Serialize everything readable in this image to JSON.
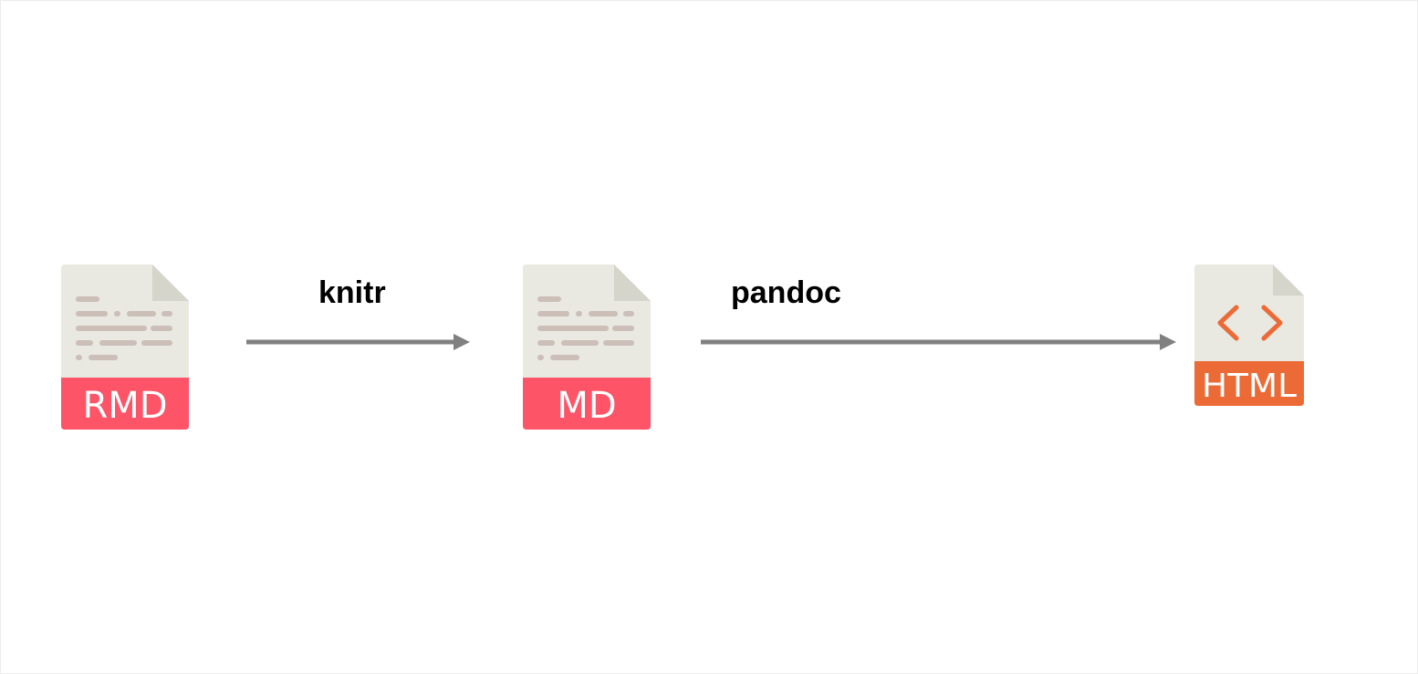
{
  "nodes": {
    "rmd": {
      "label": "RMD"
    },
    "md": {
      "label": "MD"
    },
    "html": {
      "label": "HTML"
    }
  },
  "edges": {
    "knitr": {
      "label": "knitr"
    },
    "pandoc": {
      "label": "pandoc"
    }
  },
  "colors": {
    "paper": "#e9e8e1",
    "fold": "#d6d5cc",
    "text_lines": "#cbbfb8",
    "badge_red": "#fd5468",
    "badge_orange": "#ec6a35",
    "arrow": "#808080"
  }
}
